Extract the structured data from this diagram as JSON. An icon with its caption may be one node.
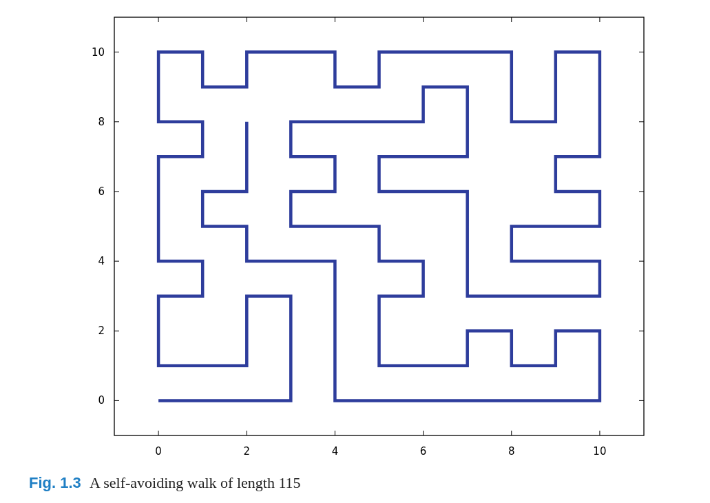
{
  "diagram": {
    "caption": "**Fig. 1.3** A self-avoiding walk of length 115",
    "chart_data": {
      "type": "line",
      "x": [
        0,
        3,
        3,
        2,
        2,
        0,
        0,
        1,
        1,
        0,
        0,
        1,
        1,
        0,
        0,
        1,
        1,
        2,
        2,
        4,
        4,
        5,
        5,
        8,
        8,
        9,
        9,
        10,
        10,
        9,
        9,
        10,
        10,
        8,
        8,
        10,
        10,
        7,
        7,
        5,
        5,
        7,
        7,
        6,
        6,
        3,
        3,
        4,
        4,
        3,
        3,
        5,
        5,
        6,
        6,
        5,
        5,
        7,
        7,
        8,
        8,
        9,
        9,
        10,
        10,
        4,
        4,
        2,
        2,
        1,
        1,
        2,
        2
      ],
      "series": [
        {
          "color": "#2e3d9c",
          "values": [
            0,
            0,
            3,
            3,
            1,
            1,
            3,
            3,
            4,
            4,
            7,
            7,
            8,
            8,
            10,
            10,
            9,
            9,
            10,
            10,
            9,
            9,
            10,
            10,
            8,
            8,
            10,
            10,
            7,
            7,
            6,
            6,
            5,
            5,
            4,
            4,
            3,
            3,
            6,
            6,
            7,
            7,
            9,
            9,
            8,
            8,
            7,
            7,
            6,
            6,
            5,
            5,
            4,
            4,
            3,
            3,
            1,
            1,
            2,
            2,
            1,
            1,
            2,
            2,
            0,
            0,
            4,
            4,
            5,
            5,
            6,
            6,
            8
          ]
        }
      ],
      "xlim": [
        -1,
        11
      ],
      "ylim": [
        -1,
        11
      ],
      "xticks": [
        0,
        2,
        4,
        6,
        8,
        10
      ],
      "yticks": [
        0,
        2,
        4,
        6,
        8,
        10
      ]
    }
  }
}
